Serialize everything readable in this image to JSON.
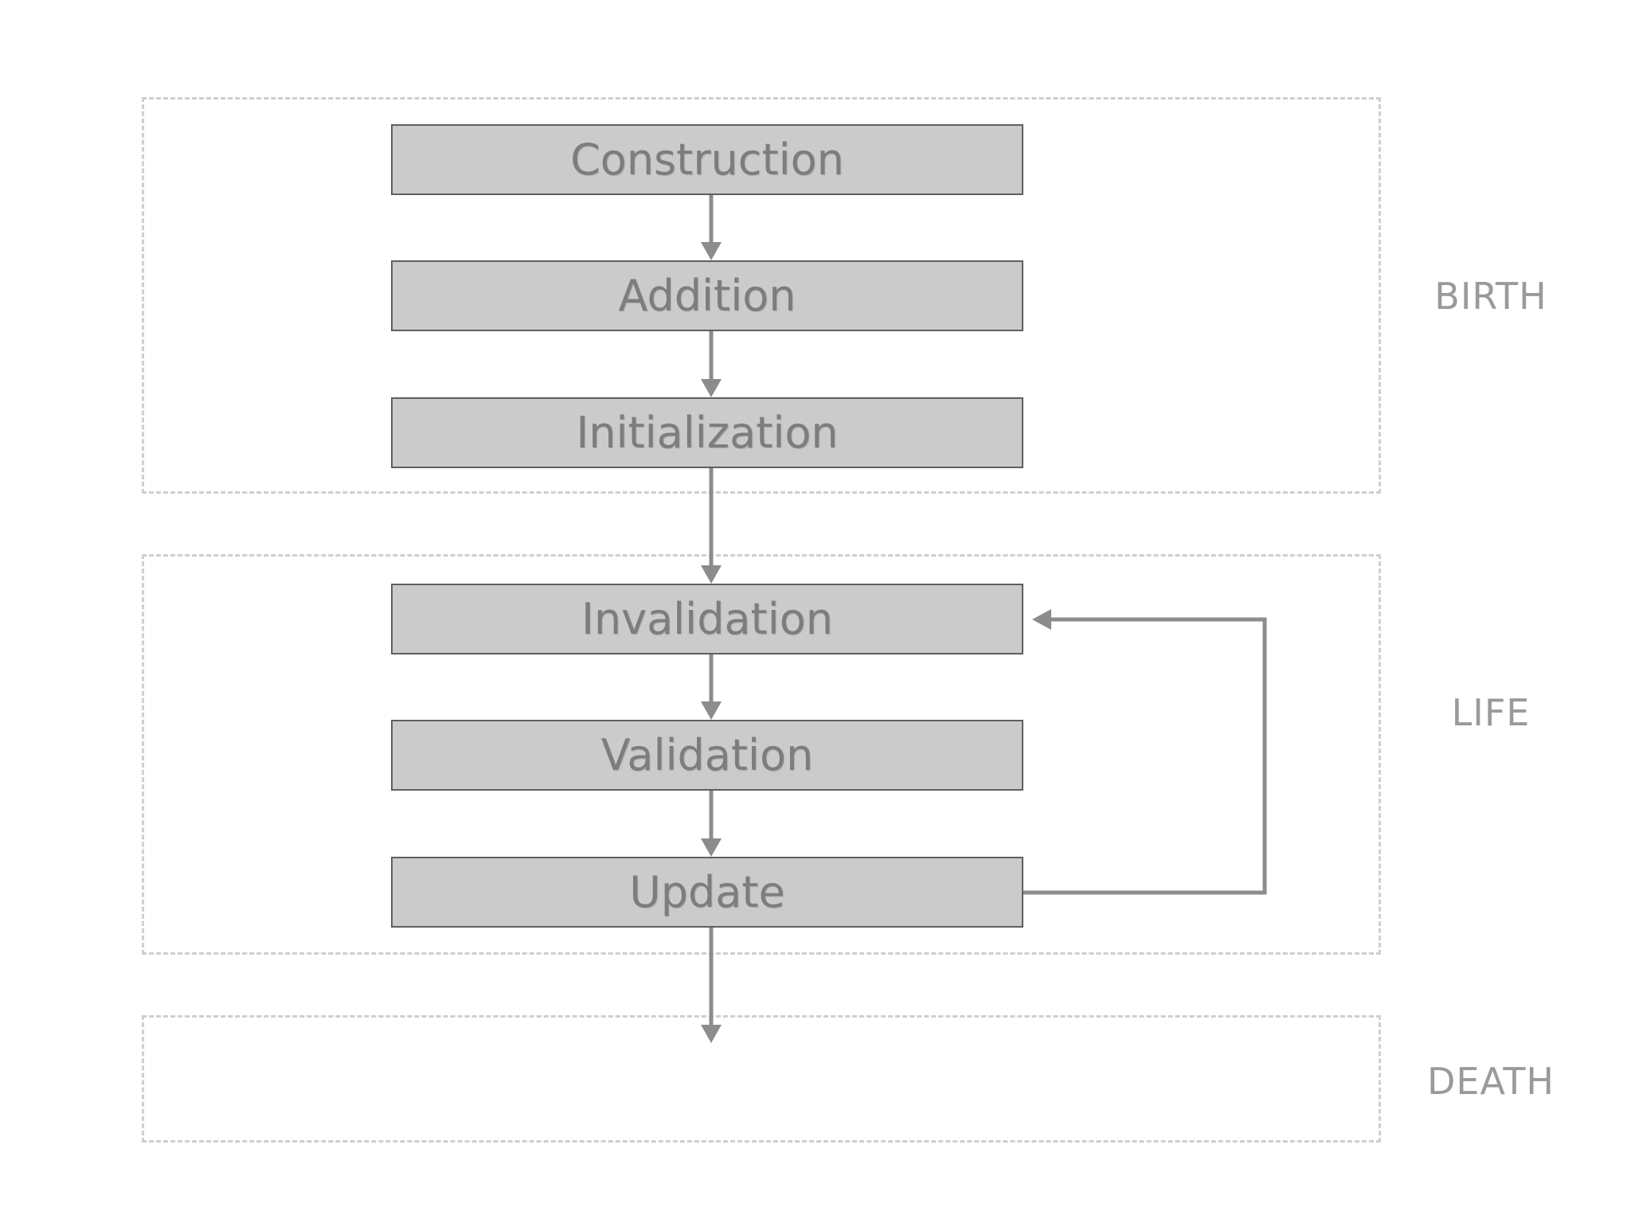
{
  "groups": [
    {
      "id": "birth",
      "label": "BIRTH"
    },
    {
      "id": "life",
      "label": "LIFE"
    },
    {
      "id": "death",
      "label": "DEATH"
    }
  ],
  "stages": [
    {
      "id": "construction",
      "label": "Construction"
    },
    {
      "id": "addition",
      "label": "Addition"
    },
    {
      "id": "initialization",
      "label": "Initialization"
    },
    {
      "id": "invalidation",
      "label": "Invalidation"
    },
    {
      "id": "validation",
      "label": "Validation"
    },
    {
      "id": "update",
      "label": "Update"
    }
  ],
  "colors": {
    "box_fill": "#cbcbcb",
    "box_border": "#5f5f5f",
    "box_text": "#7d7d7d",
    "arrow": "#8c8c8c",
    "dashed_border": "#cfcfcf",
    "group_label": "#9a9a9a"
  }
}
